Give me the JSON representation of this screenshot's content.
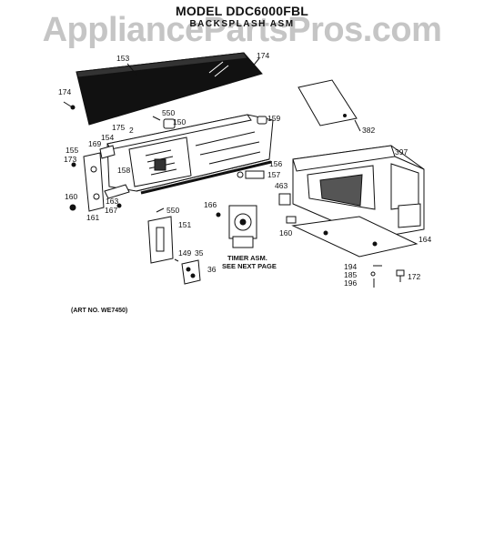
{
  "title": "MODEL DDC6000FBL",
  "subtitle": "BACKSPLASH ASM",
  "watermark": "AppliancePartsPros.com",
  "caption_timer": [
    "TIMER ASM.",
    "SEE NEXT PAGE"
  ],
  "art_number": "(ART NO. WE7450)",
  "part_labels": {
    "p153": "153",
    "p174a": "174",
    "p174b": "174",
    "p382": "382",
    "p2": "2",
    "p175": "175",
    "p550a": "550",
    "p150": "150",
    "p159": "159",
    "p154": "154",
    "p169": "169",
    "p155": "155",
    "p173": "173",
    "p158": "158",
    "p163": "163",
    "p167": "167",
    "p160a": "160",
    "p161": "161",
    "p156": "156",
    "p157": "157",
    "p463": "463",
    "p397": "397",
    "p166": "166",
    "p550b": "550",
    "p151": "151",
    "p149": "149",
    "p35": "35",
    "p36": "36",
    "p160b": "160",
    "p164": "164",
    "p194": "194",
    "p185": "185",
    "p196": "196",
    "p172": "172"
  }
}
